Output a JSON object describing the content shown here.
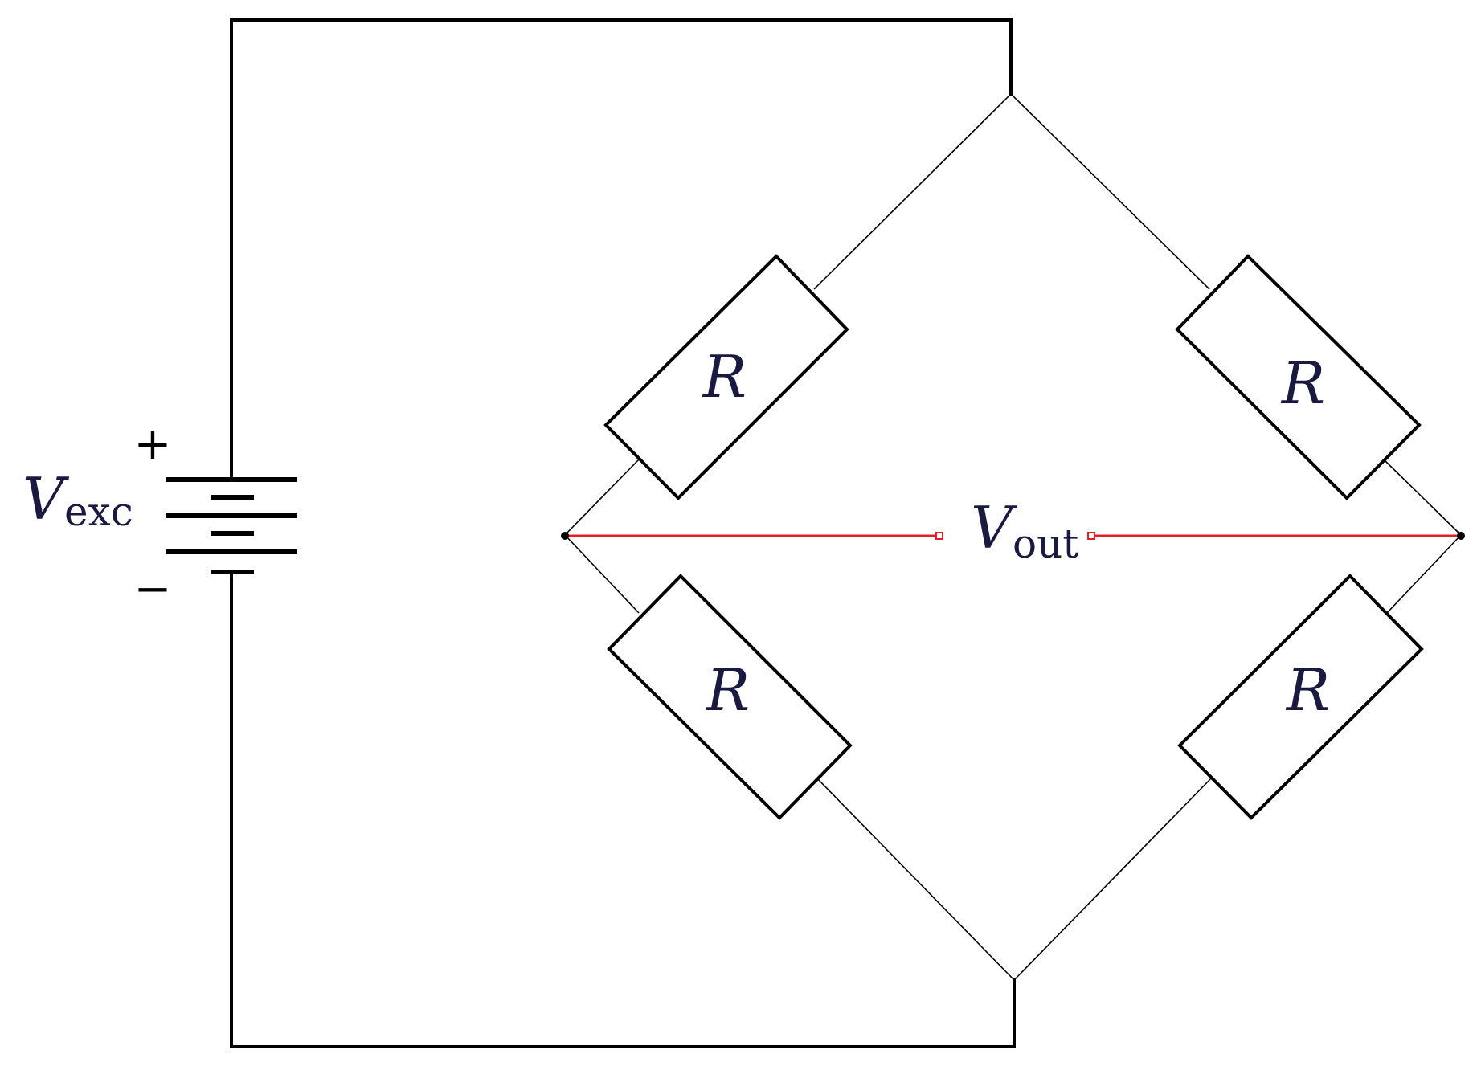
{
  "labels": {
    "excitation_main": "V",
    "excitation_sub": "exc",
    "output_main": "V",
    "output_sub": "out",
    "plus": "+",
    "minus": "−"
  },
  "resistors": [
    {
      "id": "top-left",
      "label": "R"
    },
    {
      "id": "top-right",
      "label": "R"
    },
    {
      "id": "bottom-left",
      "label": "R"
    },
    {
      "id": "bottom-right",
      "label": "R"
    }
  ],
  "colors": {
    "wire": "#000000",
    "output_wire": "#e41e26",
    "label_text": "#1a1a40"
  }
}
